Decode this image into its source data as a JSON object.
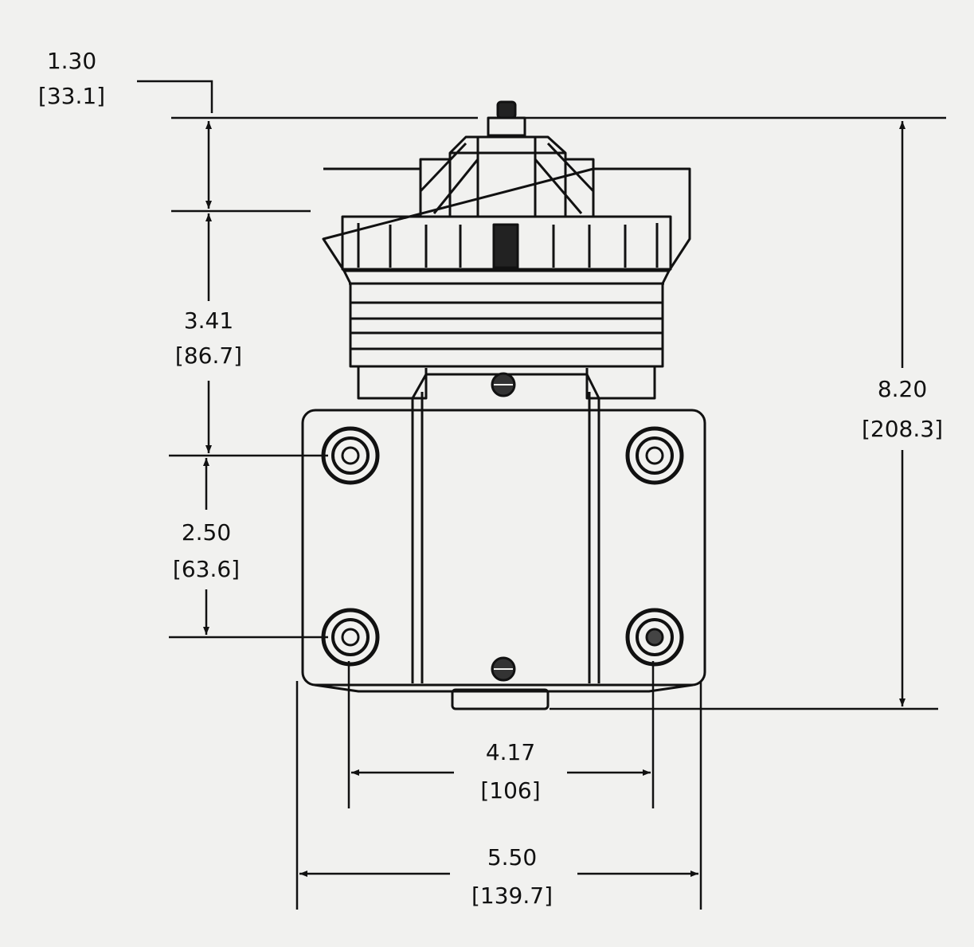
{
  "dimensions": {
    "top_cap_height": {
      "inch": "1.30",
      "mm": "[33.1]"
    },
    "body_height": {
      "inch": "3.41",
      "mm": "[86.7]"
    },
    "mount_hole_spacing_vertical": {
      "inch": "2.50",
      "mm": "[63.6]"
    },
    "overall_height": {
      "inch": "8.20",
      "mm": "[208.3]"
    },
    "mount_hole_spacing_horizontal": {
      "inch": "4.17",
      "mm": "[106]"
    },
    "overall_width": {
      "inch": "5.50",
      "mm": "[139.7]"
    }
  },
  "colors": {
    "paper": "#f1f1ef",
    "ink": "#111111"
  }
}
